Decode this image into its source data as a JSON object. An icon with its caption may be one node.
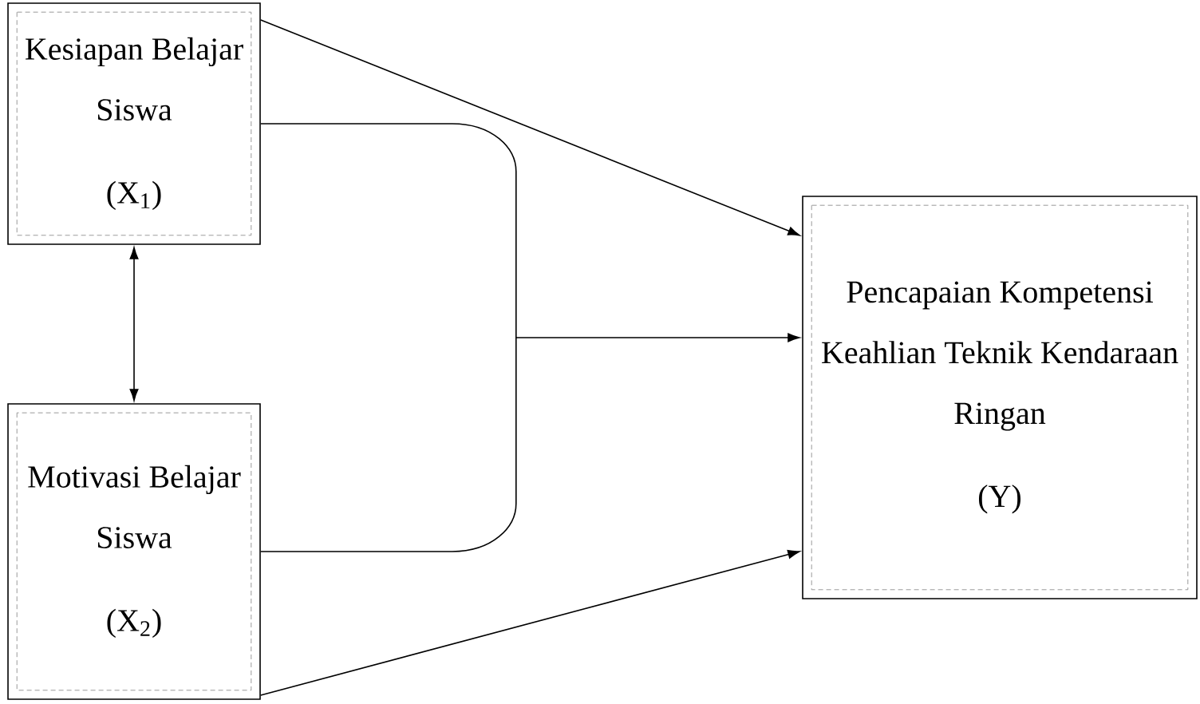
{
  "diagram": {
    "nodes": [
      {
        "text": [
          "Kesiapan Belajar Siswa",
          "(X$_{1}$)"
        ]
      },
      {
        "text": [
          "Motivasi Belajar Siswa",
          "(X$_{2}$)"
        ]
      },
      {
        "text": [
          "Pencapaian Kompetensi Keahlian Teknik Kendaraan Ringan",
          "(Y)"
        ]
      }
    ],
    "edges": [
      {
        "from": 0,
        "to": 2,
        "arrow": "to"
      },
      {
        "from": 1,
        "to": 2,
        "arrow": "to"
      },
      {
        "from": 0,
        "to": 1,
        "arrow": "both"
      },
      {
        "from": 0,
        "to": 2,
        "arrow": "to"
      },
      {
        "from": 1,
        "to": 2,
        "arrow": "to"
      }
    ]
  }
}
